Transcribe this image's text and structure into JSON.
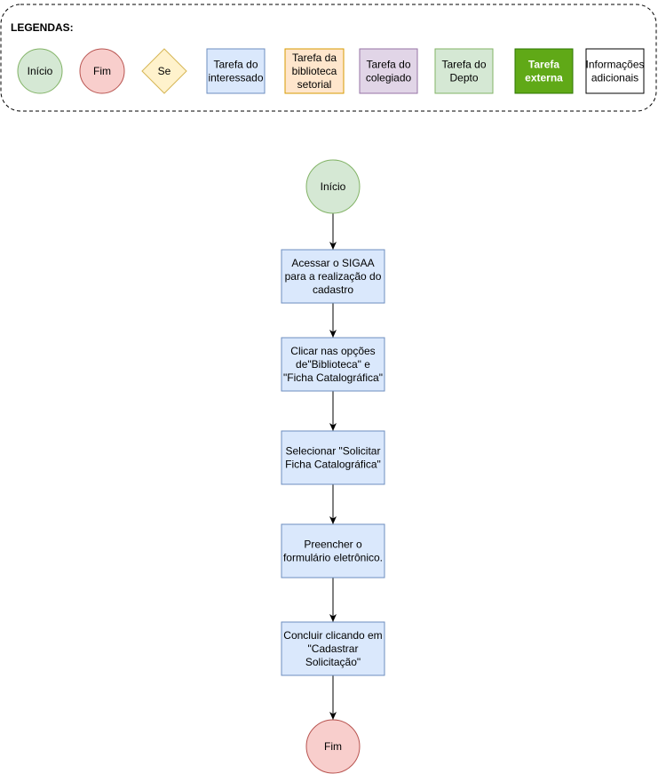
{
  "legend": {
    "title": "LEGENDAS:",
    "items": [
      {
        "key": "start",
        "shape": "circle",
        "lines": [
          "Início"
        ],
        "fill": "#d5e8d4",
        "stroke": "#82b366"
      },
      {
        "key": "end",
        "shape": "circle",
        "lines": [
          "Fim"
        ],
        "fill": "#f8cecc",
        "stroke": "#b85450"
      },
      {
        "key": "decision",
        "shape": "diamond",
        "lines": [
          "Se"
        ],
        "fill": "#fff2cc",
        "stroke": "#d6b656"
      },
      {
        "key": "task-interested",
        "shape": "rect",
        "lines": [
          "Tarefa do",
          "interessado"
        ],
        "fill": "#dae8fc",
        "stroke": "#6c8ebf"
      },
      {
        "key": "task-library",
        "shape": "rect",
        "lines": [
          "Tarefa da",
          "biblioteca",
          "setorial"
        ],
        "fill": "#ffe6cc",
        "stroke": "#d79b00"
      },
      {
        "key": "task-board",
        "shape": "rect",
        "lines": [
          "Tarefa do",
          "colegiado"
        ],
        "fill": "#e1d5e7",
        "stroke": "#9673a6"
      },
      {
        "key": "task-dept",
        "shape": "rect",
        "lines": [
          "Tarefa do",
          "Depto"
        ],
        "fill": "#d5e8d4",
        "stroke": "#82b366"
      },
      {
        "key": "task-external",
        "shape": "rect",
        "lines": [
          "Tarefa",
          "externa"
        ],
        "fill": "#60a917",
        "stroke": "#2d7600",
        "text_color": "#ffffff",
        "bold": true
      },
      {
        "key": "info",
        "shape": "rect",
        "lines": [
          "Informações",
          "adicionais"
        ],
        "fill": "#ffffff",
        "stroke": "#000000"
      }
    ]
  },
  "flow": {
    "start": {
      "lines": [
        "Início"
      ],
      "fill": "#d5e8d4",
      "stroke": "#82b366"
    },
    "steps": [
      {
        "key": "access-sigaa",
        "lines": [
          "Acessar o SIGAA",
          "para a realização do",
          "cadastro"
        ]
      },
      {
        "key": "click-options",
        "lines": [
          "Clicar nas opções",
          "de\"Biblioteca\" e",
          "\"Ficha Catalográfica\""
        ]
      },
      {
        "key": "select-request",
        "lines": [
          "Selecionar \"Solicitar",
          "Ficha Catalográfica\""
        ]
      },
      {
        "key": "fill-form",
        "lines": [
          "Preencher o",
          "formulário eletrônico."
        ]
      },
      {
        "key": "finish-register",
        "lines": [
          "Concluir clicando em",
          "\"Cadastrar",
          "Solicitação\""
        ]
      }
    ],
    "step_fill": "#dae8fc",
    "step_stroke": "#6c8ebf",
    "end": {
      "lines": [
        "Fim"
      ],
      "fill": "#f8cecc",
      "stroke": "#b85450"
    }
  }
}
